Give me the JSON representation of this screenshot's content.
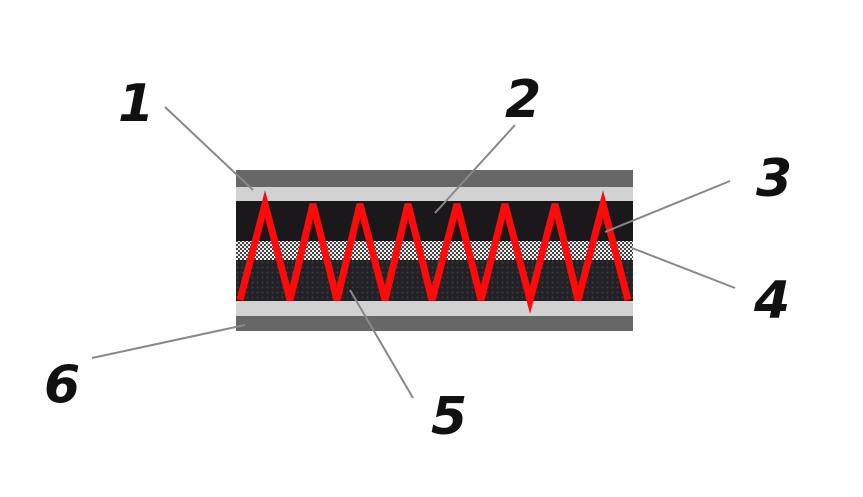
{
  "labels": [
    "1",
    "2",
    "3",
    "4",
    "5",
    "6"
  ],
  "colors": {
    "outer_layer": "#676767",
    "light_layer": "#d2d2d2",
    "black_layer": "#1b181c",
    "mesh_layer": "#bdbdbd",
    "dotted_layer": "#29282d",
    "heating_wire": "#ff0a0a",
    "leader_line": "#888888"
  }
}
